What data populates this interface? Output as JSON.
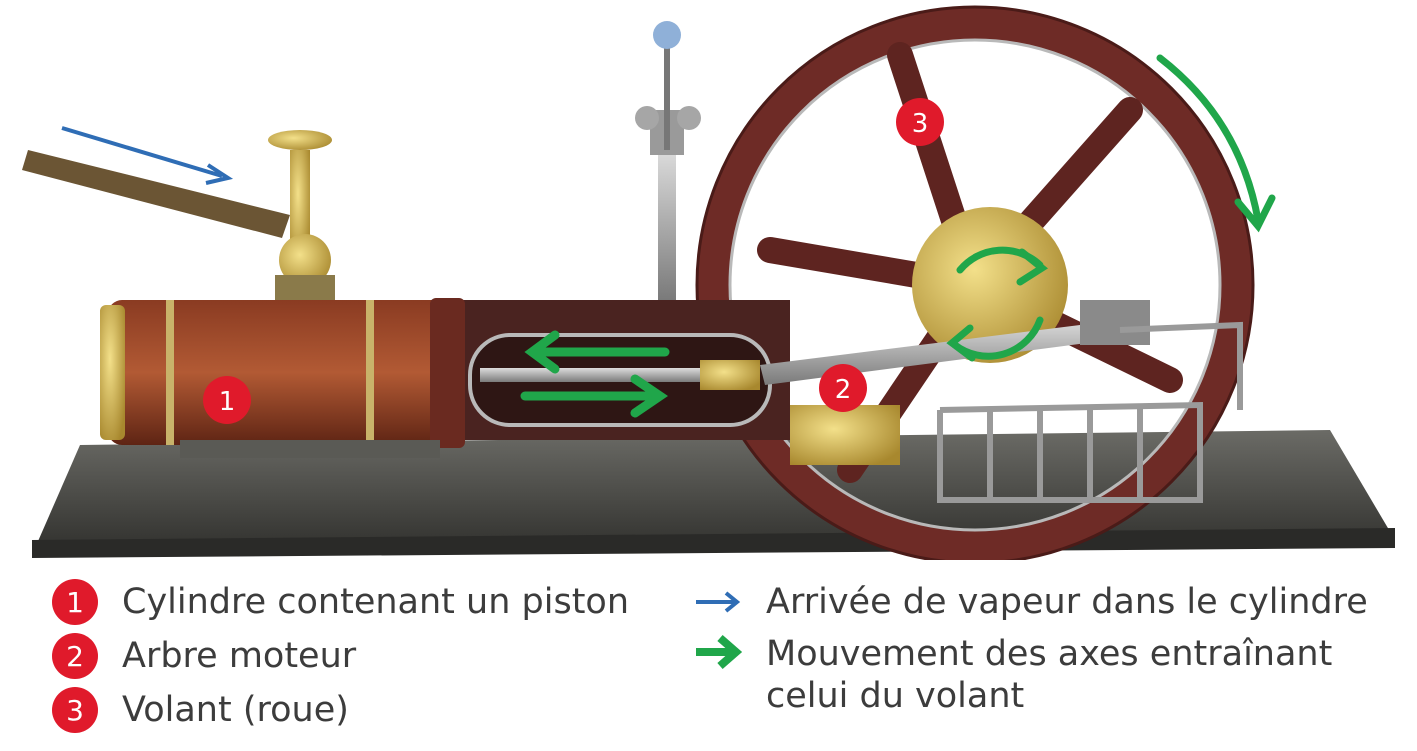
{
  "markers": [
    {
      "label": "1"
    },
    {
      "label": "2"
    },
    {
      "label": "3"
    }
  ],
  "legend": {
    "numbered": [
      {
        "number": "1",
        "text": "Cylindre contenant un piston"
      },
      {
        "number": "2",
        "text": "Arbre moteur"
      },
      {
        "number": "3",
        "text": "Volant (roue)"
      }
    ],
    "arrows": [
      {
        "icon": "blue-arrow-icon",
        "color": "#2f6db5",
        "text": "Arrivée de vapeur dans le cylindre"
      },
      {
        "icon": "green-arrow-icon",
        "color": "#20a64a",
        "text_line1": "Mouvement des axes entraînant",
        "text_line2": "celui du volant"
      }
    ]
  },
  "colors": {
    "marker_red": "#e01a2b",
    "steam_blue": "#2f6db5",
    "motion_green": "#20a64a"
  }
}
